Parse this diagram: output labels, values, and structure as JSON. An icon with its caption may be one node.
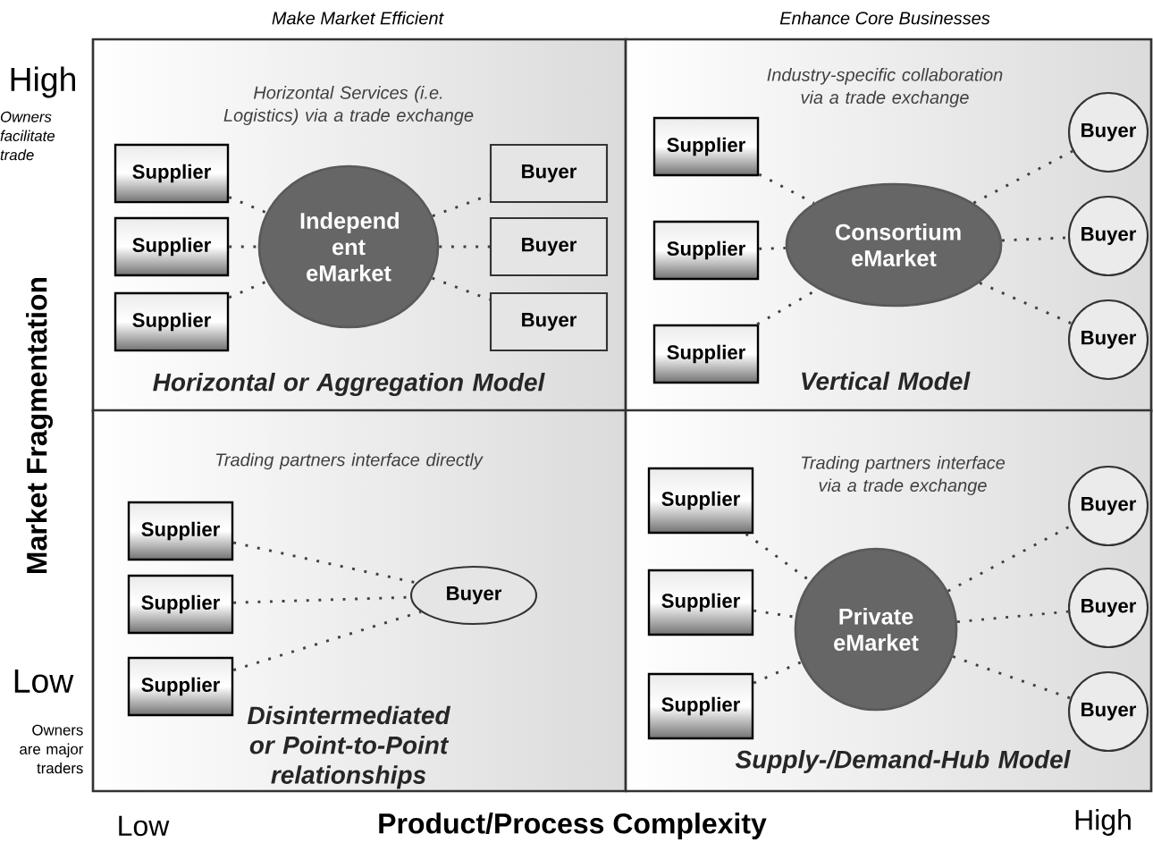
{
  "diagram": {
    "nodes": [
      {
        "text": [
          "Horizontal Services (i.e. Logistics) via a trade exchange",
          "Horizontal or Aggregation Model"
        ]
      },
      {
        "text": [
          "Supplier"
        ],
        "in": 0
      },
      {
        "text": [
          "Supplier"
        ],
        "in": 0
      },
      {
        "text": [
          "Supplier"
        ],
        "in": 0
      },
      {
        "text": [
          "Independ ent eMarket"
        ],
        "in": 0
      },
      {
        "text": [
          "Buyer"
        ],
        "in": 0
      },
      {
        "text": [
          "Buyer"
        ],
        "in": 0
      },
      {
        "text": [
          "Buyer"
        ],
        "in": 0
      },
      {
        "text": [
          "Industry-specific collaboration via a trade exchange",
          "Vertical Model"
        ]
      },
      {
        "text": [
          "Supplier"
        ],
        "in": 8
      },
      {
        "text": [
          "Supplier"
        ],
        "in": 8
      },
      {
        "text": [
          "Supplier"
        ],
        "in": 8
      },
      {
        "text": [
          "Consortium eMarket"
        ],
        "in": 8
      },
      {
        "text": [
          "Buyer"
        ],
        "in": 8
      },
      {
        "text": [
          "Buyer"
        ],
        "in": 8
      },
      {
        "text": [
          "Buyer"
        ],
        "in": 8
      },
      {
        "text": [
          "Trading partners interface directly",
          "Disintermediated or Point-to-Point relationships"
        ]
      },
      {
        "text": [
          "Supplier"
        ],
        "in": 16
      },
      {
        "text": [
          "Supplier"
        ],
        "in": 16
      },
      {
        "text": [
          "Supplier"
        ],
        "in": 16
      },
      {
        "text": [
          "Buyer"
        ],
        "in": 16
      },
      {
        "text": [
          "Trading partners interface via a trade exchange",
          "Supply-/Demand-Hub Model"
        ]
      },
      {
        "text": [
          "Supplier"
        ],
        "in": 21
      },
      {
        "text": [
          "Supplier"
        ],
        "in": 21
      },
      {
        "text": [
          "Supplier"
        ],
        "in": 21
      },
      {
        "text": [
          "Private eMarket"
        ],
        "in": 21
      },
      {
        "text": [
          "Buyer"
        ],
        "in": 21
      },
      {
        "text": [
          "Buyer"
        ],
        "in": 21
      },
      {
        "text": [
          "Buyer"
        ],
        "in": 21
      }
    ],
    "edges": [
      {
        "from": 1,
        "to": 4,
        "arrow": "none"
      },
      {
        "from": 2,
        "to": 4,
        "arrow": "none"
      },
      {
        "from": 3,
        "to": 4,
        "arrow": "none"
      },
      {
        "from": 4,
        "to": 5,
        "arrow": "none"
      },
      {
        "from": 4,
        "to": 6,
        "arrow": "none"
      },
      {
        "from": 4,
        "to": 7,
        "arrow": "none"
      },
      {
        "from": 9,
        "to": 12,
        "arrow": "none"
      },
      {
        "from": 10,
        "to": 12,
        "arrow": "none"
      },
      {
        "from": 11,
        "to": 12,
        "arrow": "none"
      },
      {
        "from": 12,
        "to": 13,
        "arrow": "none"
      },
      {
        "from": 12,
        "to": 14,
        "arrow": "none"
      },
      {
        "from": 12,
        "to": 15,
        "arrow": "none"
      },
      {
        "from": 17,
        "to": 20,
        "arrow": "none"
      },
      {
        "from": 18,
        "to": 20,
        "arrow": "none"
      },
      {
        "from": 19,
        "to": 20,
        "arrow": "none"
      },
      {
        "from": 22,
        "to": 25,
        "arrow": "none"
      },
      {
        "from": 23,
        "to": 25,
        "arrow": "none"
      },
      {
        "from": 24,
        "to": 25,
        "arrow": "none"
      },
      {
        "from": 25,
        "to": 26,
        "arrow": "none"
      },
      {
        "from": 25,
        "to": 27,
        "arrow": "none"
      },
      {
        "from": 25,
        "to": 28,
        "arrow": "none"
      }
    ],
    "labels": [
      "Make Market Efficient",
      "Enhance Core Businesses",
      "High",
      "Owners facilitate trade",
      "Market Fragmentation",
      "Low",
      "Owners are major traders",
      "Low",
      "Product/Process Complexity",
      "High"
    ]
  }
}
